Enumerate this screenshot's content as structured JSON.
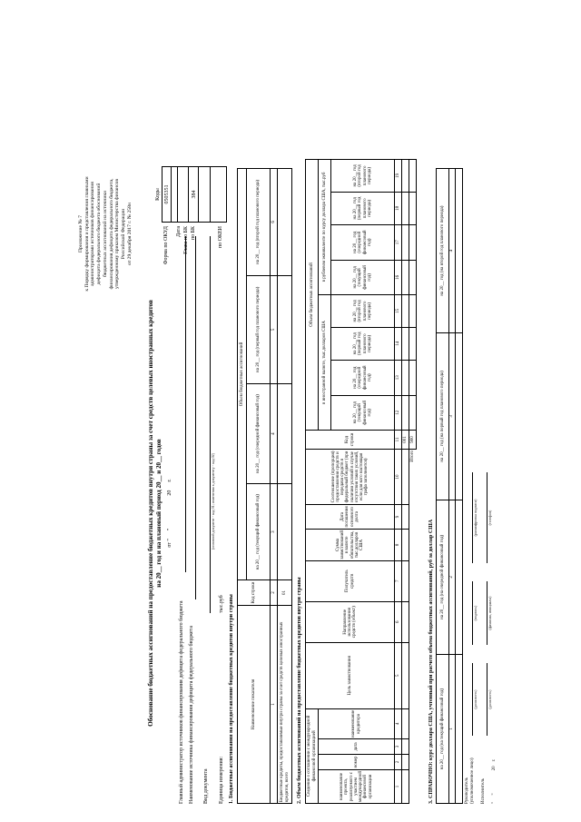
{
  "appendix": {
    "lines": [
      "Приложение № 7",
      "к Порядку формирования и представления главными",
      "администраторами источников финансирования",
      "дефицита федерального бюджета обоснований",
      "бюджетных ассигнований на источники",
      "финансирования дефицита федерального бюджета,",
      "утвержденному приказом Министерства финансов",
      "Российской Федерации",
      "от 29 декабря 2017 г. № 258н"
    ]
  },
  "title": {
    "main": "Обоснование бюджетных ассигнований на предоставление бюджетных кредитов внутри страны за счет средств целевых иностранных кредитов",
    "period": "на 20__ год и на плановый период 20__ и 20__ годов"
  },
  "date_line": "от \"      \"                        20      г.",
  "codes": {
    "header": "Коды",
    "okud_label": "Форма по ОКУД",
    "okud_value": "0505351",
    "date_label": "Дата",
    "glava_label": "Глава по БК",
    "bk_label": "по БК",
    "bk_value": "384",
    "okei_label": "по ОКЕИ"
  },
  "header_fields": [
    "Главный администратор источников финансирования дефицита федерального бюджета",
    "Наименование источника финансирования дефицита федерального бюджета",
    "Вид документа",
    "Единица измерения:"
  ],
  "doc_type_hint": "(основной документ - код 01; изменения к документу - код 02)",
  "unit_value": "тыс.руб",
  "section1": {
    "title": "1. Бюджетные ассигнования на предоставление бюджетных кредитов внутри страны",
    "col_name": "Наименование показателя",
    "col_code": "Код строки",
    "group": "Объем бюджетных ассигнований",
    "cols": [
      "на 20__ год (текущий финансовый год)",
      "на 20__ год (очередной финансовый год)",
      "на 20__ год (первый год планового периода)",
      "на 20__ год (второй год планового периода)"
    ],
    "nums": [
      "1",
      "2",
      "3",
      "4",
      "5",
      "6"
    ],
    "row_name": "Бюджетные кредиты, предоставляемые внутри страны за счет средств целевых иностранных кредитов, всего",
    "row_code": "01"
  },
  "section2": {
    "title": "2. Объем бюджетных ассигнований на предоставление бюджетных кредитов внутри страны",
    "h_info": "Сведения о соглашении с международной финансовой организацией",
    "h_sub": [
      "наименование проекта, реализуемого с участием международной финансовой организации",
      "номер",
      "дата",
      "наименование кредитора"
    ],
    "h_purpose": "Цель заимствования",
    "h_direction": "Направление использования средств (объект)",
    "h_recipient": "Получатель средств",
    "h_sum": "Сумма заимствований в валюте обязательства, тыс.долларов США",
    "h_repay": "Дата погашения основного долга",
    "h_share": "Соотношение (пропорция) предоставления средств и передачи средств в федеральный бюджет (при наличии условий в случае отсутствия таких условий, если для кого настоящая графа заполняется)",
    "h_code": "Код строки",
    "h_group": "Объем бюджетных ассигнований",
    "h_foreign": "в иностранной валюте, тыс.долларов США",
    "h_rub": "в рублевом эквиваленте по курсу доллара США, тыс.руб",
    "period_cols": [
      "на 20__ год (текущий финансовый год)",
      "на 20__ год (очередной финансовый год)",
      "на 20__ год (первый год планового периода)",
      "на 20__ год (второй год планового периода)"
    ],
    "nums": [
      "1",
      "2",
      "3",
      "4",
      "5",
      "6",
      "7",
      "8",
      "9",
      "10",
      "11",
      "12",
      "13",
      "14",
      "15",
      "16",
      "17",
      "18",
      "19"
    ],
    "row_code": "001",
    "total_label": "Итого",
    "total_code": "900"
  },
  "section3": {
    "title": "3. СПРАВОЧНО: курс доллара США, учтенный при расчете объема бюджетных ассигнований, руб за доллар США",
    "cols": [
      "на 20__ год (на текущий финансовый год)",
      "на 20__ год (на очередной финансовый год)",
      "на 20__ год (на первый год планового периода)",
      "на 20__ год (на второй год планового периода)"
    ],
    "nums": [
      "1",
      "2",
      "3",
      "4"
    ]
  },
  "signatures": {
    "head_label": "Руководитель (уполномоченное лицо)",
    "position": "(должность)",
    "signature": "(подпись)",
    "decoding": "(расшифровка подписи)",
    "executor_label": "Исполнитель",
    "exec_position": "(должность)",
    "exec_name": "(фамилия, инициалы)",
    "phone": "(телефон)",
    "date": "\"      \"                    20    г."
  }
}
